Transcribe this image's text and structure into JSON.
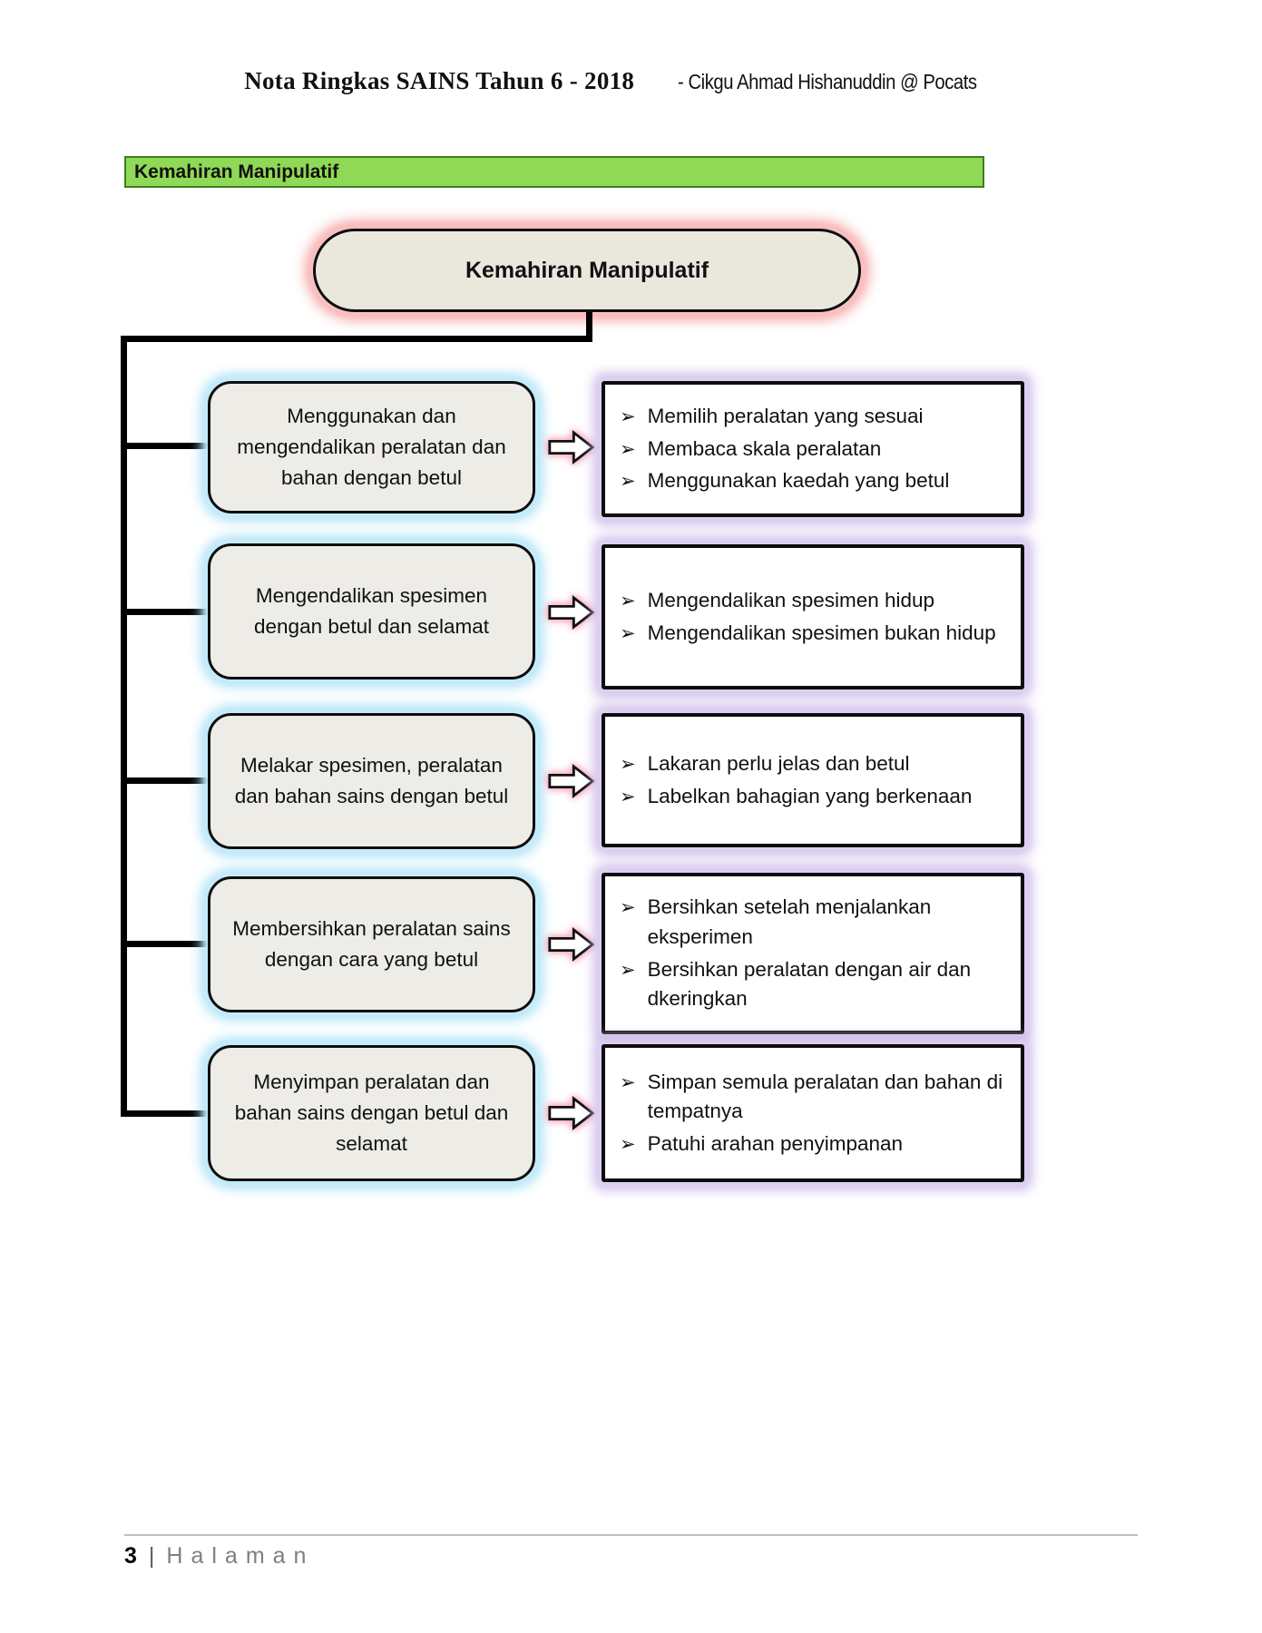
{
  "header": {
    "title": "Nota Ringkas SAINS Tahun 6 - 2018",
    "author": "- Cikgu Ahmad Hishanuddin @ Pocats"
  },
  "banner": {
    "label": "Kemahiran Manipulatif"
  },
  "diagram": {
    "root_label": "Kemahiran Manipulatif",
    "bullet_glyph": "➢",
    "rows": [
      {
        "left": "Menggunakan dan mengendalikan peralatan dan bahan dengan betul",
        "right": [
          "Memilih peralatan yang sesuai",
          "Membaca skala peralatan",
          "Menggunakan kaedah yang betul"
        ]
      },
      {
        "left": "Mengendalikan spesimen dengan betul dan selamat",
        "right": [
          "Mengendalikan spesimen hidup",
          "Mengendalikan spesimen bukan hidup"
        ]
      },
      {
        "left": "Melakar spesimen, peralatan dan bahan sains dengan betul",
        "right": [
          "Lakaran perlu jelas dan betul",
          "Labelkan bahagian yang berkenaan"
        ]
      },
      {
        "left": "Membersihkan peralatan sains dengan cara yang betul",
        "right": [
          "Bersihkan setelah menjalankan eksperimen",
          "Bersihkan peralatan dengan air dan dkeringkan"
        ]
      },
      {
        "left": "Menyimpan peralatan dan bahan sains dengan betul dan selamat",
        "right": [
          "Simpan semula peralatan dan bahan di tempatnya",
          "Patuhi arahan penyimpanan"
        ]
      }
    ]
  },
  "footer": {
    "page_number": "3",
    "divider": "|",
    "label": "Halaman"
  },
  "colors": {
    "banner_green": "#8fd957",
    "root_fill": "#eae8dd",
    "root_glow": "#f59c9c",
    "left_fill": "#eeece7",
    "left_glow": "#9edcf5",
    "right_glow": "#c9b6e7",
    "arrow_glow": "#f598af"
  }
}
